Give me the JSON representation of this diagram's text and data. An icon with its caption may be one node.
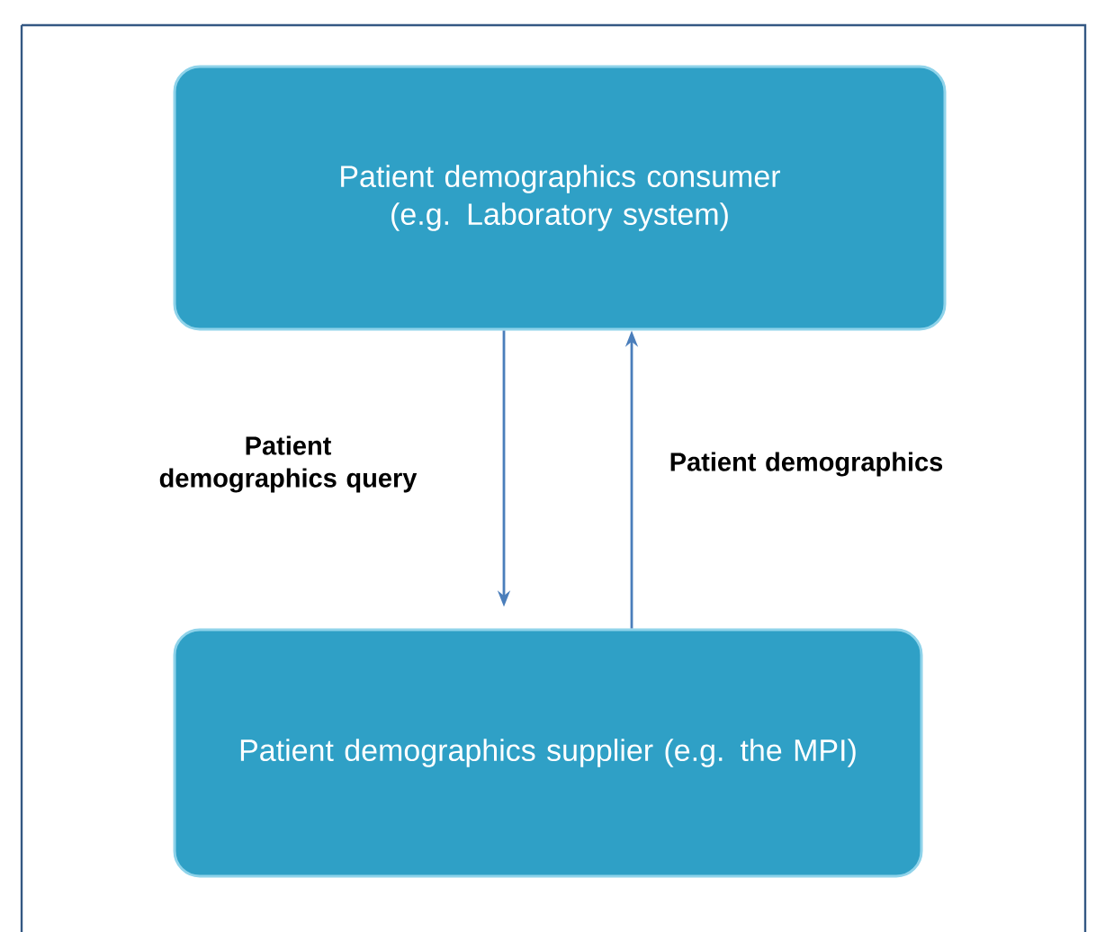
{
  "diagram": {
    "nodes": [
      {
        "text": [
          "Patient demographics consumer (e.g. Laboratory system)"
        ]
      },
      {
        "text": [
          "Patient demographics supplier (e.g. the MPI)"
        ]
      }
    ],
    "edges": [
      {
        "from": 0,
        "to": 1,
        "arrow": "to",
        "label": "Patient demographics query"
      },
      {
        "from": 1,
        "to": 0,
        "arrow": "to",
        "label": "Patient demographics"
      }
    ]
  }
}
